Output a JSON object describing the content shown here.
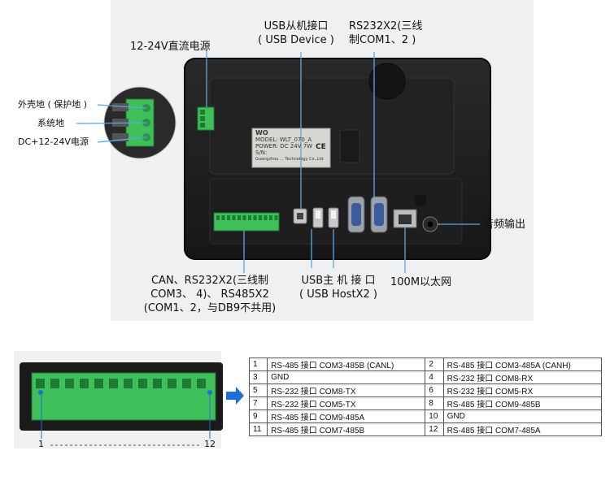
{
  "labels": {
    "power": "12-24V直流电源",
    "usb_device_line1": "USB从机接口",
    "usb_device_line2": "( USB Device )",
    "rs232_top_line1": "RS232X2(三线",
    "rs232_top_line2": "制COM1、2 )",
    "shell_ground": "外壳地 ( 保护地 )",
    "system_ground": "系统地",
    "dc_power": "DC+12-24V电源",
    "audio_out": "音频输出",
    "can_line1": "CAN、RS232X2(三线制",
    "can_line2": "COM3、 4)、 RS485X2",
    "can_line3": "(COM1、2，与DB9不共用)",
    "usb_host_line1": "USB主 机 接 口",
    "usb_host_line2": "( USB HostX2 )",
    "ethernet": "100M以太网",
    "pin_first": "1",
    "pin_last": "12"
  },
  "device_sticker": {
    "brand": "WO",
    "lines": [
      "MODEL: WLT_070_A",
      "POWER: DC 24V 7W",
      "S/N:",
      "Guangzhou ... Technology Co.,Ltd"
    ],
    "mark": "CE"
  },
  "pin_table": [
    {
      "left_num": "1",
      "left_desc": "RS-485 接口 COM3-485B (CANL)",
      "right_num": "2",
      "right_desc": "RS-485 接口 COM3-485A (CANH)"
    },
    {
      "left_num": "3",
      "left_desc": "GND",
      "right_num": "4",
      "right_desc": "RS-232 接口 COM8-RX"
    },
    {
      "left_num": "5",
      "left_desc": "RS-232 接口 COM8-TX",
      "right_num": "6",
      "right_desc": "RS-232 接口 COM5-RX"
    },
    {
      "left_num": "7",
      "left_desc": "RS-232 接口 COM5-TX",
      "right_num": "8",
      "right_desc": "RS-485 接口 COM9-485B"
    },
    {
      "left_num": "9",
      "left_desc": "RS-485 接口 COM9-485A",
      "right_num": "10",
      "right_desc": "GND"
    },
    {
      "left_num": "11",
      "left_desc": "RS-485 接口 COM7-485B",
      "right_num": "12",
      "right_desc": "RS-485 接口 COM7-485A"
    }
  ],
  "colors": {
    "terminal_green": "#3fbf5a",
    "arrow_blue": "#1d6fd6",
    "leader_blue": "#5aa8e6"
  }
}
